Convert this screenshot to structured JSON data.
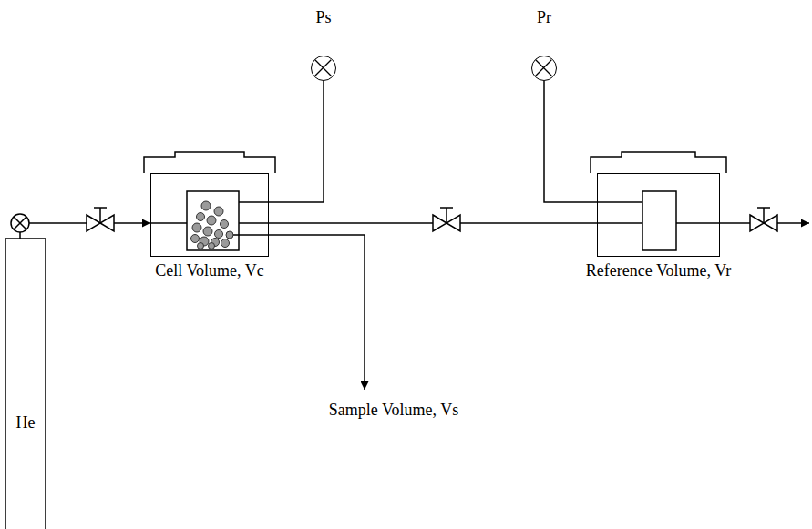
{
  "diagram": {
    "nodes": [
      {
        "text": [
          "Ps"
        ]
      },
      {
        "text": [
          "Pr"
        ]
      },
      {
        "text": [
          "He"
        ]
      },
      {
        "text": [
          "Cell Volume, Vc"
        ]
      },
      {
        "text": [
          "Reference Volume, Vr"
        ]
      }
    ],
    "edges": [
      {
        "from": 2,
        "to": 3,
        "arrow": "to"
      },
      {
        "from": 0,
        "to": 3,
        "arrow": "none"
      },
      {
        "from": 3,
        "to": 4,
        "arrow": "none"
      },
      {
        "from": 1,
        "to": 4,
        "arrow": "none"
      }
    ],
    "labels": [
      "Sample Volume, Vs"
    ]
  }
}
